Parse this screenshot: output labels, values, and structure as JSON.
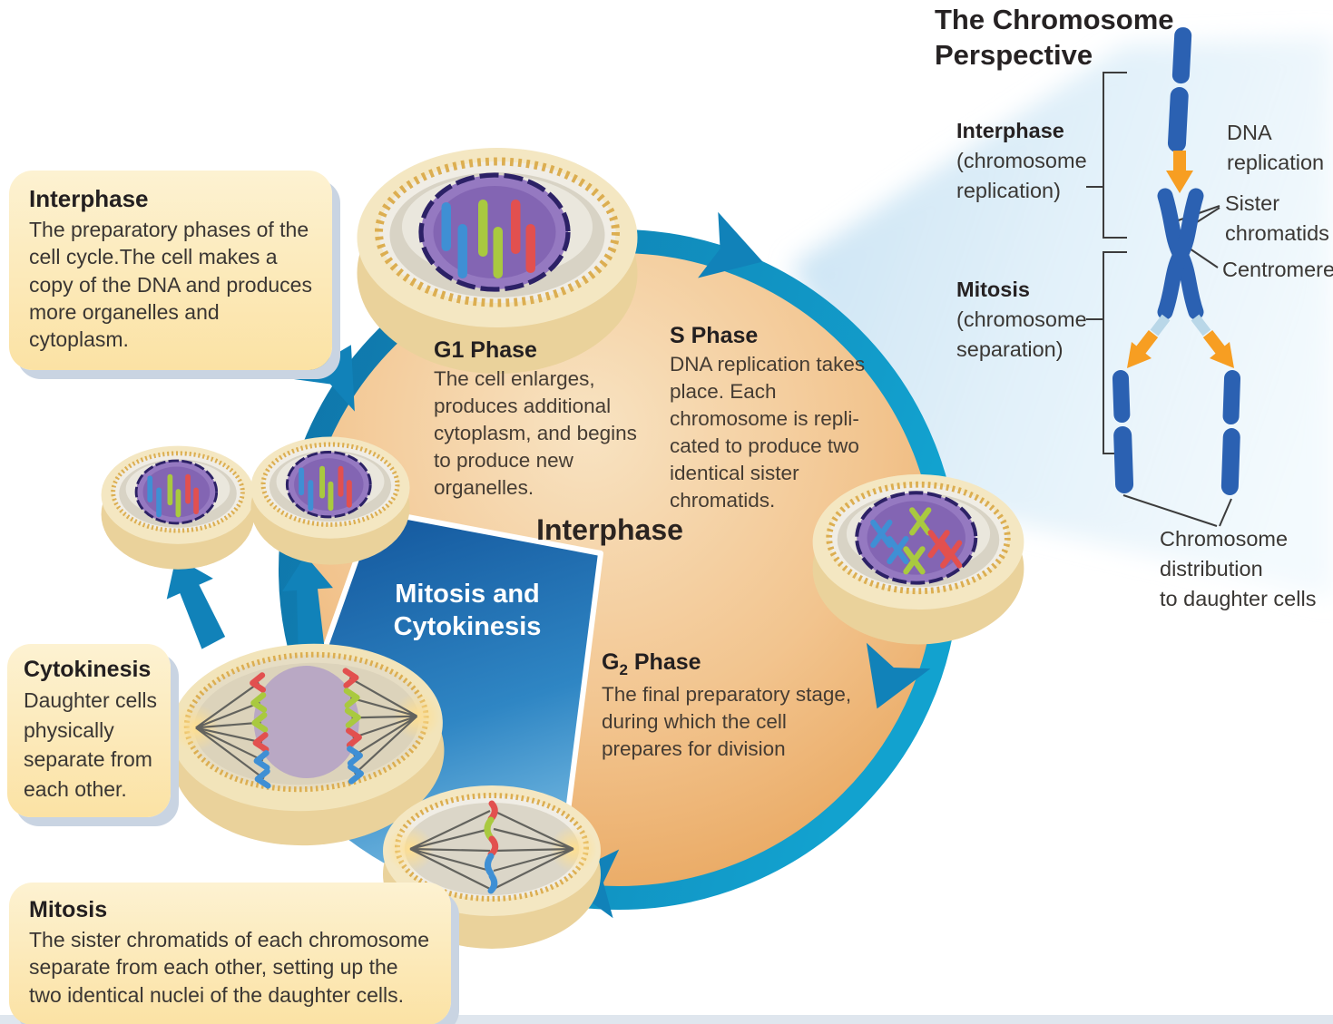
{
  "colors": {
    "ring-blue": "#1182b9",
    "wedge-blue": "#2f86c4",
    "interphase-orange": "#edaa5e",
    "callout-yellow-top": "#fdf2d2",
    "callout-yellow-bottom": "#fbe2a4",
    "arrow-orange": "#f79e22",
    "chromosome-blue": "#2b61b2",
    "nucleus-purple": "#9579c1",
    "beam-blue": "#d5eaf7",
    "text-dark": "#231f20"
  },
  "callouts": {
    "interphase": {
      "title": "Interphase",
      "body": "The preparatory phases of the cell cycle.The cell makes a copy of the DNA and produces more organelles and cytoplasm."
    },
    "cytokinesis": {
      "title": "Cytokinesis",
      "body": "Daughter cells physically separate from each other."
    },
    "mitosis": {
      "title": "Mitosis",
      "body": "The sister chromatids of each chromosome separate from each other, setting up the two identical nuclei of the daughter cells."
    }
  },
  "cycle": {
    "interphase_label": "Interphase",
    "wedge_label": [
      "Mitosis and",
      "Cytokinesis"
    ],
    "phases": {
      "g1": {
        "title": "G1 Phase",
        "body": "The cell enlarges, produces additional cytoplasm, and begins to produce new organelles."
      },
      "s": {
        "title": "S Phase",
        "body": "DNA replication takes place. Each chromosome is repli-cated to produce two identical sister chromatids."
      },
      "g2": {
        "t1": "G",
        "t2": "2",
        "t3": " Phase",
        "body": "The final preparatory stage, during which the cell prepares for division"
      }
    }
  },
  "perspective": {
    "title_lines": [
      "The Chromosome",
      "Perspective"
    ],
    "interphase_lines": [
      "Interphase",
      "(chromosome",
      "replication)"
    ],
    "mitosis_lines": [
      "Mitosis",
      "(chromosome",
      "separation)"
    ],
    "dna_lines": [
      "DNA",
      "replication"
    ],
    "sister_lines": [
      "Sister",
      "chromatids"
    ],
    "centromere": "Centromere",
    "distribution_lines": [
      "Chromosome",
      "distribution",
      "to daughter cells"
    ]
  }
}
